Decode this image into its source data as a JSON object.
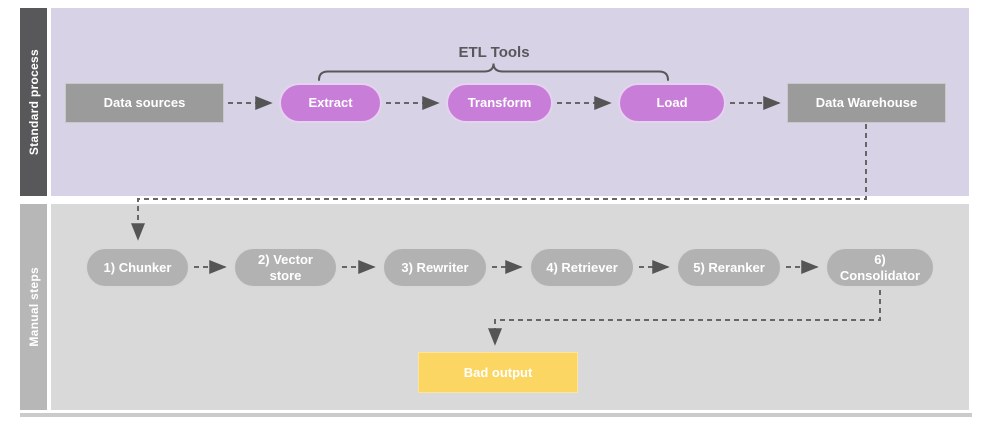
{
  "colors": {
    "lane1_background": "#d8d2e7",
    "lane1_label_background": "#58585a",
    "lane2_background": "#d9d9d9",
    "lane2_label_background": "#b7b7b7",
    "purple_node": "#c87ed8",
    "gray_rect_node": "#9b9b9b",
    "gray_pill_node": "#b2b2b2",
    "yellow_node": "#fbd663",
    "connector": "#666666",
    "node_text": "#ffffff"
  },
  "lanes": [
    {
      "label": "Standard process",
      "bracket_label": "ETL Tools",
      "nodes": [
        {
          "label": "Data sources"
        },
        {
          "label": "Extract"
        },
        {
          "label": "Transform"
        },
        {
          "label": "Load"
        },
        {
          "label": "Data Warehouse"
        }
      ]
    },
    {
      "label": "Manual steps",
      "nodes": [
        {
          "label": "1) Chunker"
        },
        {
          "label": "2) Vector\nstore"
        },
        {
          "label": "3) Rewriter"
        },
        {
          "label": "4) Retriever"
        },
        {
          "label": "5) Reranker"
        },
        {
          "label": "6)\nConsolidator"
        }
      ]
    }
  ],
  "output": {
    "label": "Bad output"
  }
}
